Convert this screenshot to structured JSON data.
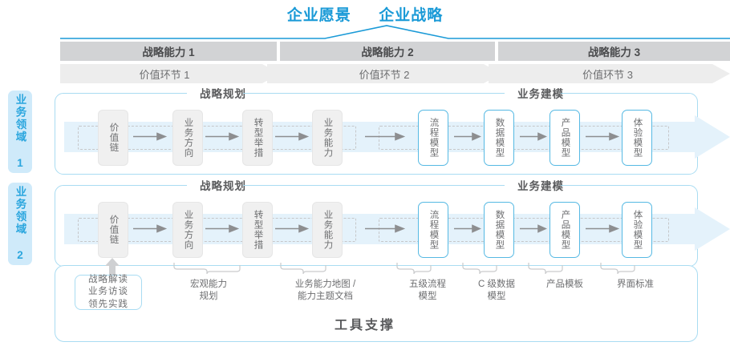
{
  "header": {
    "vision": "企业愿景",
    "strategy": "企业战略"
  },
  "capabilities": [
    {
      "label": "战略能力 1"
    },
    {
      "label": "战略能力 2"
    },
    {
      "label": "战略能力 3"
    }
  ],
  "value_chain": [
    {
      "label": "价值环节 1"
    },
    {
      "label": "价值环节 2"
    },
    {
      "label": "价值环节 3"
    }
  ],
  "domains": [
    {
      "label": "业务领域 1"
    },
    {
      "label": "业务领域 2"
    }
  ],
  "sections": {
    "planning": "战略规划",
    "modeling": "业务建模"
  },
  "nodes": {
    "planning": [
      {
        "label": "价值链"
      },
      {
        "label": "业务方向"
      },
      {
        "label": "转型举措"
      },
      {
        "label": "业务能力"
      }
    ],
    "modeling": [
      {
        "label": "流程模型"
      },
      {
        "label": "数据模型"
      },
      {
        "label": "产品模型"
      },
      {
        "label": "体验模型"
      }
    ]
  },
  "tools": {
    "title": "工具支撑",
    "primary_box": [
      "战略解读",
      "业务访谈",
      "领先实践"
    ],
    "labels": [
      {
        "text": "宏观能力\n规划"
      },
      {
        "text": "业务能力地图 /\n能力主题文档"
      },
      {
        "text": "五级流程\n模型"
      },
      {
        "text": "C 级数据\n模型"
      },
      {
        "text": "产品模板"
      },
      {
        "text": "界面标准"
      }
    ]
  },
  "colors": {
    "accent_blue": "#1a9ad7",
    "light_blue": "#a9dcf2",
    "band_blue": "#e9f5fc",
    "tag_bg": "#cfeafa",
    "bar_dark": "#d2d3d5",
    "bar_light": "#ededed",
    "node_gray": "#f0f0f0",
    "text_gray": "#6d6e70"
  }
}
